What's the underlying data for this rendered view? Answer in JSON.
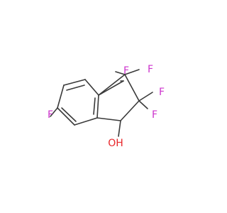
{
  "molecule": {
    "atoms": [
      {
        "id": "f3a",
        "label": "F",
        "color": "#cc33cc"
      },
      {
        "id": "f3b",
        "label": "F",
        "color": "#cc33cc"
      },
      {
        "id": "f2a",
        "label": "F",
        "color": "#cc33cc"
      },
      {
        "id": "f2b",
        "label": "F",
        "color": "#cc33cc"
      },
      {
        "id": "f6",
        "label": "F",
        "color": "#cc33cc"
      },
      {
        "id": "oh",
        "label": "OH",
        "color": "#e8262a"
      }
    ],
    "bond_color": "#3a3a3a"
  }
}
